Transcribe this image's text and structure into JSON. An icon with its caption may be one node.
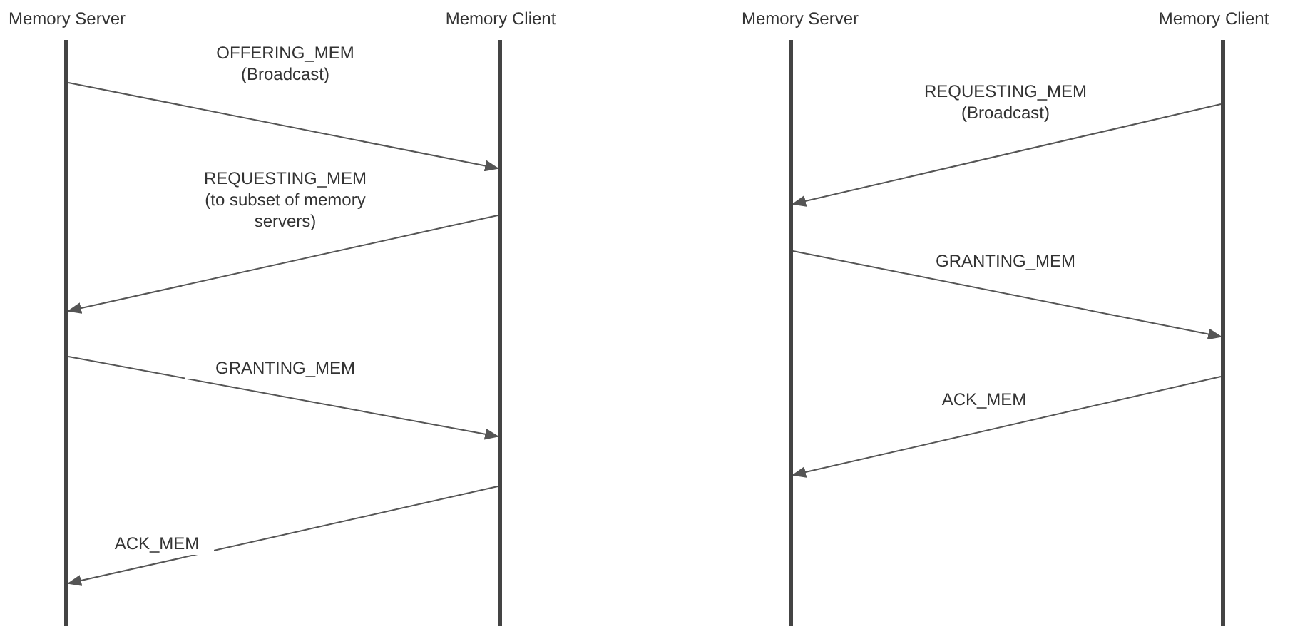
{
  "diagram": {
    "nodes": [
      {
        "text": [
          "Memory Server"
        ]
      },
      {
        "text": [
          "Memory Client"
        ]
      },
      {
        "text": [
          "Memory Server"
        ]
      },
      {
        "text": [
          "Memory Client"
        ]
      }
    ],
    "edges": [
      {
        "from": 0,
        "to": 1,
        "arrow": "to",
        "label": "OFFERING_MEM (Broadcast)"
      },
      {
        "from": 1,
        "to": 0,
        "arrow": "to",
        "label": "REQUESTING_MEM (to subset of memory servers)"
      },
      {
        "from": 0,
        "to": 1,
        "arrow": "to",
        "label": "GRANTING_MEM"
      },
      {
        "from": 1,
        "to": 0,
        "arrow": "to",
        "label": "ACK_MEM"
      },
      {
        "from": 3,
        "to": 2,
        "arrow": "to",
        "label": "REQUESTING_MEM (Broadcast)"
      },
      {
        "from": 2,
        "to": 3,
        "arrow": "to",
        "label": "GRANTING_MEM"
      },
      {
        "from": 3,
        "to": 2,
        "arrow": "to",
        "label": "ACK_MEM"
      }
    ]
  }
}
